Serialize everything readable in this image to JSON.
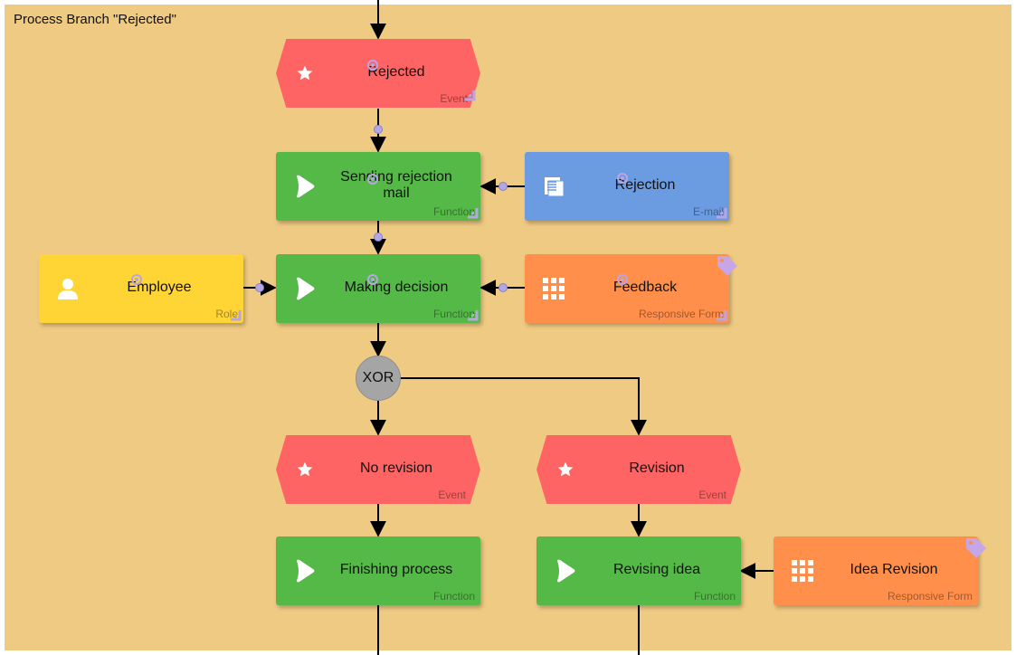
{
  "lane": {
    "title": "Process Branch \"Rejected\""
  },
  "colors": {
    "lane": "#efca83",
    "event": "#fe6464",
    "function": "#54b946",
    "email": "#6b9be0",
    "responsive_form": "#ff8f4b",
    "role": "#ffd536",
    "gateway": "#a5a5a5"
  },
  "nodes": {
    "rejected_event": {
      "label": "Rejected",
      "type": "Event",
      "icon": "star-icon"
    },
    "sending_rejection_mail": {
      "label": "Sending rejection mail",
      "type": "Function",
      "icon": "play-icon"
    },
    "rejection_email": {
      "label": "Rejection",
      "type": "E-mail",
      "icon": "document-icon"
    },
    "making_decision": {
      "label": "Making decision",
      "type": "Function",
      "icon": "play-icon"
    },
    "employee_role": {
      "label": "Employee",
      "type": "Role",
      "icon": "person-icon"
    },
    "feedback_form": {
      "label": "Feedback",
      "type": "Responsive Form",
      "icon": "grid-icon"
    },
    "xor_gateway": {
      "label": "XOR"
    },
    "no_revision_event": {
      "label": "No revision",
      "type": "Event",
      "icon": "star-icon"
    },
    "revision_event": {
      "label": "Revision",
      "type": "Event",
      "icon": "star-icon"
    },
    "finishing_process": {
      "label": "Finishing process",
      "type": "Function",
      "icon": "play-icon"
    },
    "revising_idea": {
      "label": "Revising idea",
      "type": "Function",
      "icon": "play-icon"
    },
    "idea_revision_form": {
      "label": "Idea Revision",
      "type": "Responsive Form",
      "icon": "grid-icon"
    }
  }
}
